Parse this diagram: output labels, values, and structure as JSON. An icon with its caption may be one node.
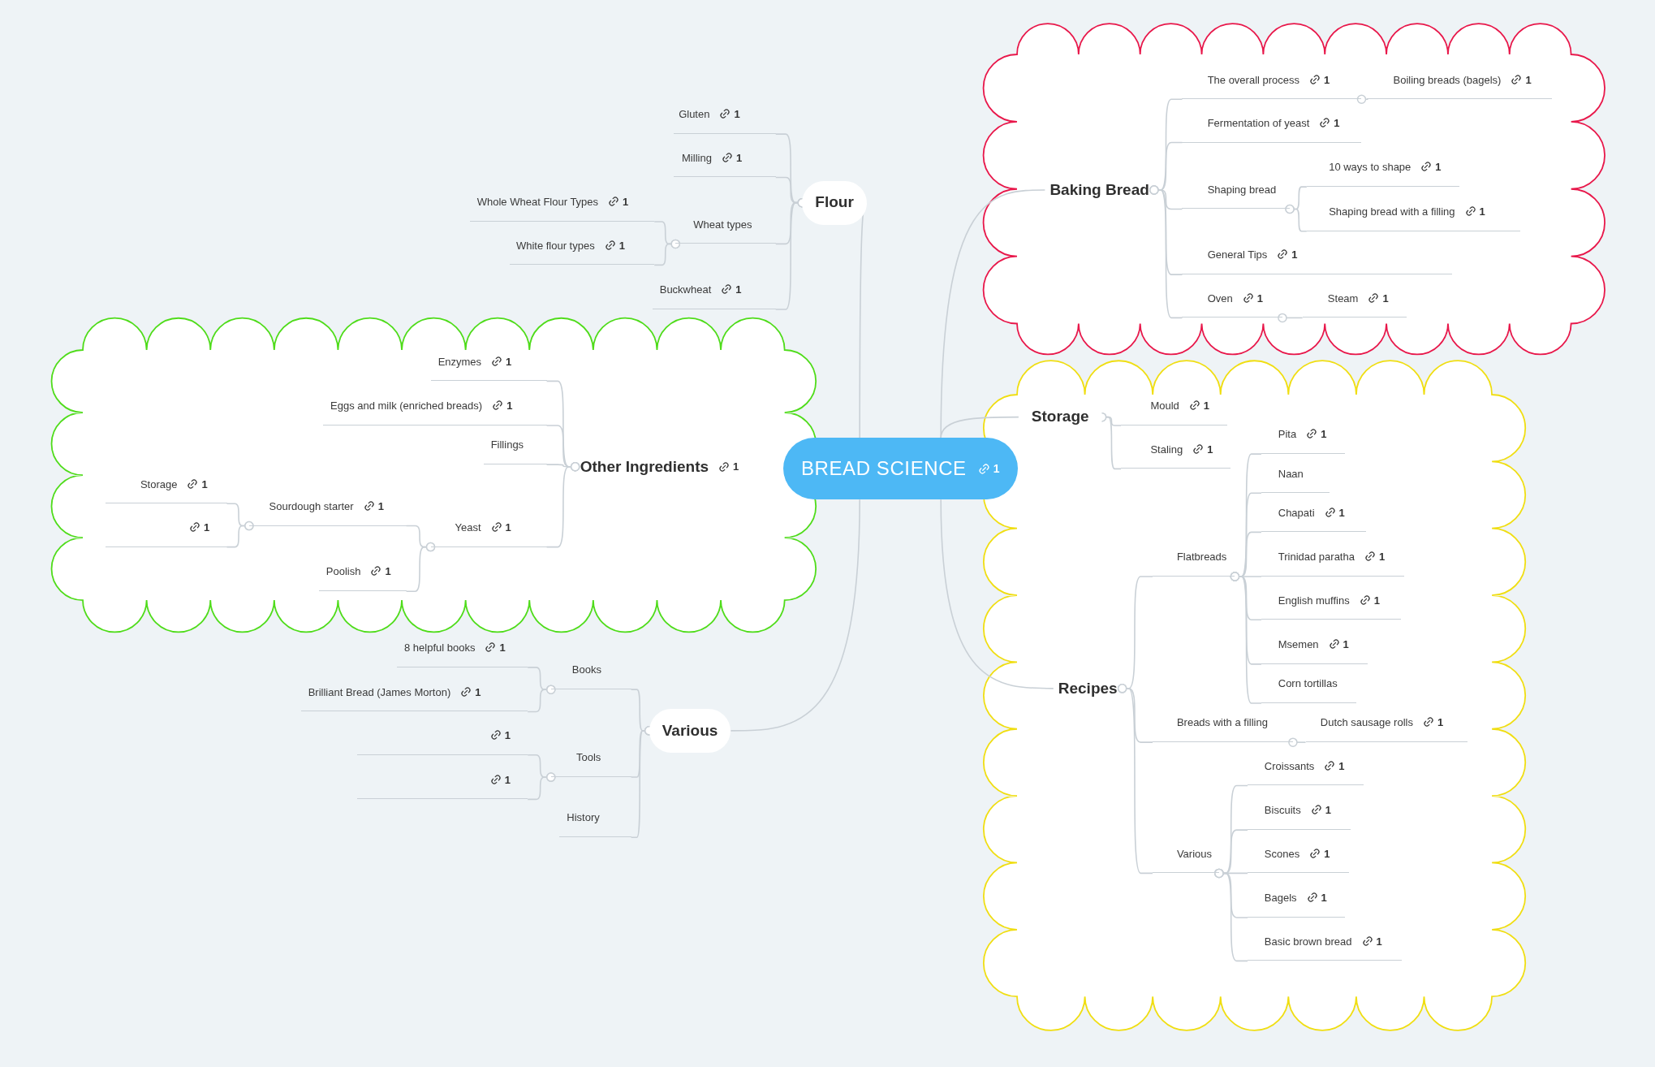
{
  "diagram": {
    "nodes": [
      {
        "text": [],
        "shape": "cloud"
      },
      {
        "text": [],
        "shape": "cloud"
      },
      {
        "text": [],
        "shape": "cloud"
      },
      {
        "text": [
          "BREAD SCIENCE",
          "1"
        ]
      },
      {
        "text": [
          "Flour"
        ]
      },
      {
        "text": [
          "Gluten",
          "1"
        ]
      },
      {
        "text": [
          "Milling",
          "1"
        ]
      },
      {
        "text": [
          "Wheat types"
        ]
      },
      {
        "text": [
          "Whole Wheat Flour Types",
          "1"
        ]
      },
      {
        "text": [
          "White flour types",
          "1"
        ]
      },
      {
        "text": [
          "Buckwheat",
          "1"
        ]
      },
      {
        "text": [
          "Baking Bread"
        ],
        "in": 0
      },
      {
        "text": [
          "The overall process",
          "1"
        ],
        "in": 0
      },
      {
        "text": [
          "Boiling breads (bagels)",
          "1"
        ],
        "in": 0
      },
      {
        "text": [
          "Fermentation of yeast",
          "1"
        ],
        "in": 0
      },
      {
        "text": [
          "Shaping bread"
        ],
        "in": 0
      },
      {
        "text": [
          "10 ways to shape",
          "1"
        ],
        "in": 0
      },
      {
        "text": [
          "Shaping bread with a filling",
          "1"
        ],
        "in": 0
      },
      {
        "text": [
          "General Tips",
          "1"
        ],
        "in": 0
      },
      {
        "text": [
          "Oven",
          "1"
        ],
        "in": 0
      },
      {
        "text": [
          "Steam",
          "1"
        ],
        "in": 0
      },
      {
        "text": [
          "Storage"
        ],
        "in": 2
      },
      {
        "text": [
          "Mould",
          "1"
        ],
        "in": 2
      },
      {
        "text": [
          "Staling",
          "1"
        ],
        "in": 2
      },
      {
        "text": [
          "Recipes"
        ],
        "in": 2
      },
      {
        "text": [
          "Flatbreads"
        ],
        "in": 2
      },
      {
        "text": [
          "Pita",
          "1"
        ],
        "in": 2
      },
      {
        "text": [
          "Naan"
        ],
        "in": 2
      },
      {
        "text": [
          "Chapati",
          "1"
        ],
        "in": 2
      },
      {
        "text": [
          "Trinidad paratha",
          "1"
        ],
        "in": 2
      },
      {
        "text": [
          "English muffins",
          "1"
        ],
        "in": 2
      },
      {
        "text": [
          "Msemen",
          "1"
        ],
        "in": 2
      },
      {
        "text": [
          "Corn tortillas"
        ],
        "in": 2
      },
      {
        "text": [
          "Breads with a filling"
        ],
        "in": 2
      },
      {
        "text": [
          "Dutch sausage rolls",
          "1"
        ],
        "in": 2
      },
      {
        "text": [
          "Various"
        ],
        "in": 2
      },
      {
        "text": [
          "Croissants",
          "1"
        ],
        "in": 2
      },
      {
        "text": [
          "Biscuits",
          "1"
        ],
        "in": 2
      },
      {
        "text": [
          "Scones",
          "1"
        ],
        "in": 2
      },
      {
        "text": [
          "Bagels",
          "1"
        ],
        "in": 2
      },
      {
        "text": [
          "Basic brown bread",
          "1"
        ],
        "in": 2
      },
      {
        "text": [
          "Other Ingredients",
          "1"
        ],
        "in": 1
      },
      {
        "text": [
          "Enzymes",
          "1"
        ],
        "in": 1
      },
      {
        "text": [
          "Eggs and milk (enriched breads)",
          "1"
        ],
        "in": 1
      },
      {
        "text": [
          "Fillings"
        ],
        "in": 1
      },
      {
        "text": [
          "Yeast",
          "1"
        ],
        "in": 1
      },
      {
        "text": [
          "Sourdough starter",
          "1"
        ],
        "in": 1
      },
      {
        "text": [
          "Storage",
          "1"
        ],
        "in": 1
      },
      {
        "text": [
          "1"
        ],
        "in": 1
      },
      {
        "text": [
          "Poolish",
          "1"
        ],
        "in": 1
      },
      {
        "text": [
          "Various"
        ]
      },
      {
        "text": [
          "Books"
        ]
      },
      {
        "text": [
          "8 helpful books",
          "1"
        ]
      },
      {
        "text": [
          "Brilliant Bread (James Morton)",
          "1"
        ]
      },
      {
        "text": [
          "Tools"
        ]
      },
      {
        "text": [
          "1"
        ]
      },
      {
        "text": [
          "1"
        ]
      },
      {
        "text": [
          "History"
        ]
      }
    ],
    "edges": [
      {
        "from": 3,
        "to": 4,
        "arrow": "none"
      },
      {
        "from": 3,
        "to": 11,
        "arrow": "none"
      },
      {
        "from": 3,
        "to": 21,
        "arrow": "none"
      },
      {
        "from": 3,
        "to": 24,
        "arrow": "none"
      },
      {
        "from": 3,
        "to": 50,
        "arrow": "none"
      },
      {
        "from": 4,
        "to": 5,
        "arrow": "other"
      },
      {
        "from": 4,
        "to": 6,
        "arrow": "other"
      },
      {
        "from": 4,
        "to": 7,
        "arrow": "other"
      },
      {
        "from": 4,
        "to": 10,
        "arrow": "other"
      },
      {
        "from": 7,
        "to": 8,
        "arrow": "other"
      },
      {
        "from": 7,
        "to": 9,
        "arrow": "other"
      },
      {
        "from": 11,
        "to": 12,
        "arrow": "other"
      },
      {
        "from": 11,
        "to": 14,
        "arrow": "other"
      },
      {
        "from": 11,
        "to": 15,
        "arrow": "other"
      },
      {
        "from": 11,
        "to": 18,
        "arrow": "other"
      },
      {
        "from": 11,
        "to": 19,
        "arrow": "other"
      },
      {
        "from": 12,
        "to": 13,
        "arrow": "other"
      },
      {
        "from": 15,
        "to": 16,
        "arrow": "other"
      },
      {
        "from": 15,
        "to": 17,
        "arrow": "other"
      },
      {
        "from": 19,
        "to": 20,
        "arrow": "other"
      },
      {
        "from": 21,
        "to": 22,
        "arrow": "other"
      },
      {
        "from": 21,
        "to": 23,
        "arrow": "other"
      },
      {
        "from": 24,
        "to": 25,
        "arrow": "other"
      },
      {
        "from": 24,
        "to": 33,
        "arrow": "other"
      },
      {
        "from": 24,
        "to": 35,
        "arrow": "other"
      },
      {
        "from": 25,
        "to": 26,
        "arrow": "other"
      },
      {
        "from": 25,
        "to": 27,
        "arrow": "other"
      },
      {
        "from": 25,
        "to": 28,
        "arrow": "other"
      },
      {
        "from": 25,
        "to": 29,
        "arrow": "other"
      },
      {
        "from": 25,
        "to": 30,
        "arrow": "other"
      },
      {
        "from": 25,
        "to": 31,
        "arrow": "other"
      },
      {
        "from": 25,
        "to": 32,
        "arrow": "other"
      },
      {
        "from": 33,
        "to": 34,
        "arrow": "other"
      },
      {
        "from": 35,
        "to": 36,
        "arrow": "other"
      },
      {
        "from": 35,
        "to": 37,
        "arrow": "other"
      },
      {
        "from": 35,
        "to": 38,
        "arrow": "other"
      },
      {
        "from": 35,
        "to": 39,
        "arrow": "other"
      },
      {
        "from": 35,
        "to": 40,
        "arrow": "other"
      },
      {
        "from": 41,
        "to": 42,
        "arrow": "other"
      },
      {
        "from": 41,
        "to": 43,
        "arrow": "other"
      },
      {
        "from": 41,
        "to": 44,
        "arrow": "other"
      },
      {
        "from": 41,
        "to": 45,
        "arrow": "other"
      },
      {
        "from": 45,
        "to": 46,
        "arrow": "other"
      },
      {
        "from": 45,
        "to": 49,
        "arrow": "other"
      },
      {
        "from": 46,
        "to": 47,
        "arrow": "other"
      },
      {
        "from": 46,
        "to": 48,
        "arrow": "other"
      },
      {
        "from": 50,
        "to": 51,
        "arrow": "other"
      },
      {
        "from": 50,
        "to": 54,
        "arrow": "other"
      },
      {
        "from": 50,
        "to": 57,
        "arrow": "other"
      },
      {
        "from": 51,
        "to": 52,
        "arrow": "other"
      },
      {
        "from": 51,
        "to": 53,
        "arrow": "other"
      },
      {
        "from": 54,
        "to": 55,
        "arrow": "other"
      },
      {
        "from": 54,
        "to": 56,
        "arrow": "other"
      }
    ]
  }
}
